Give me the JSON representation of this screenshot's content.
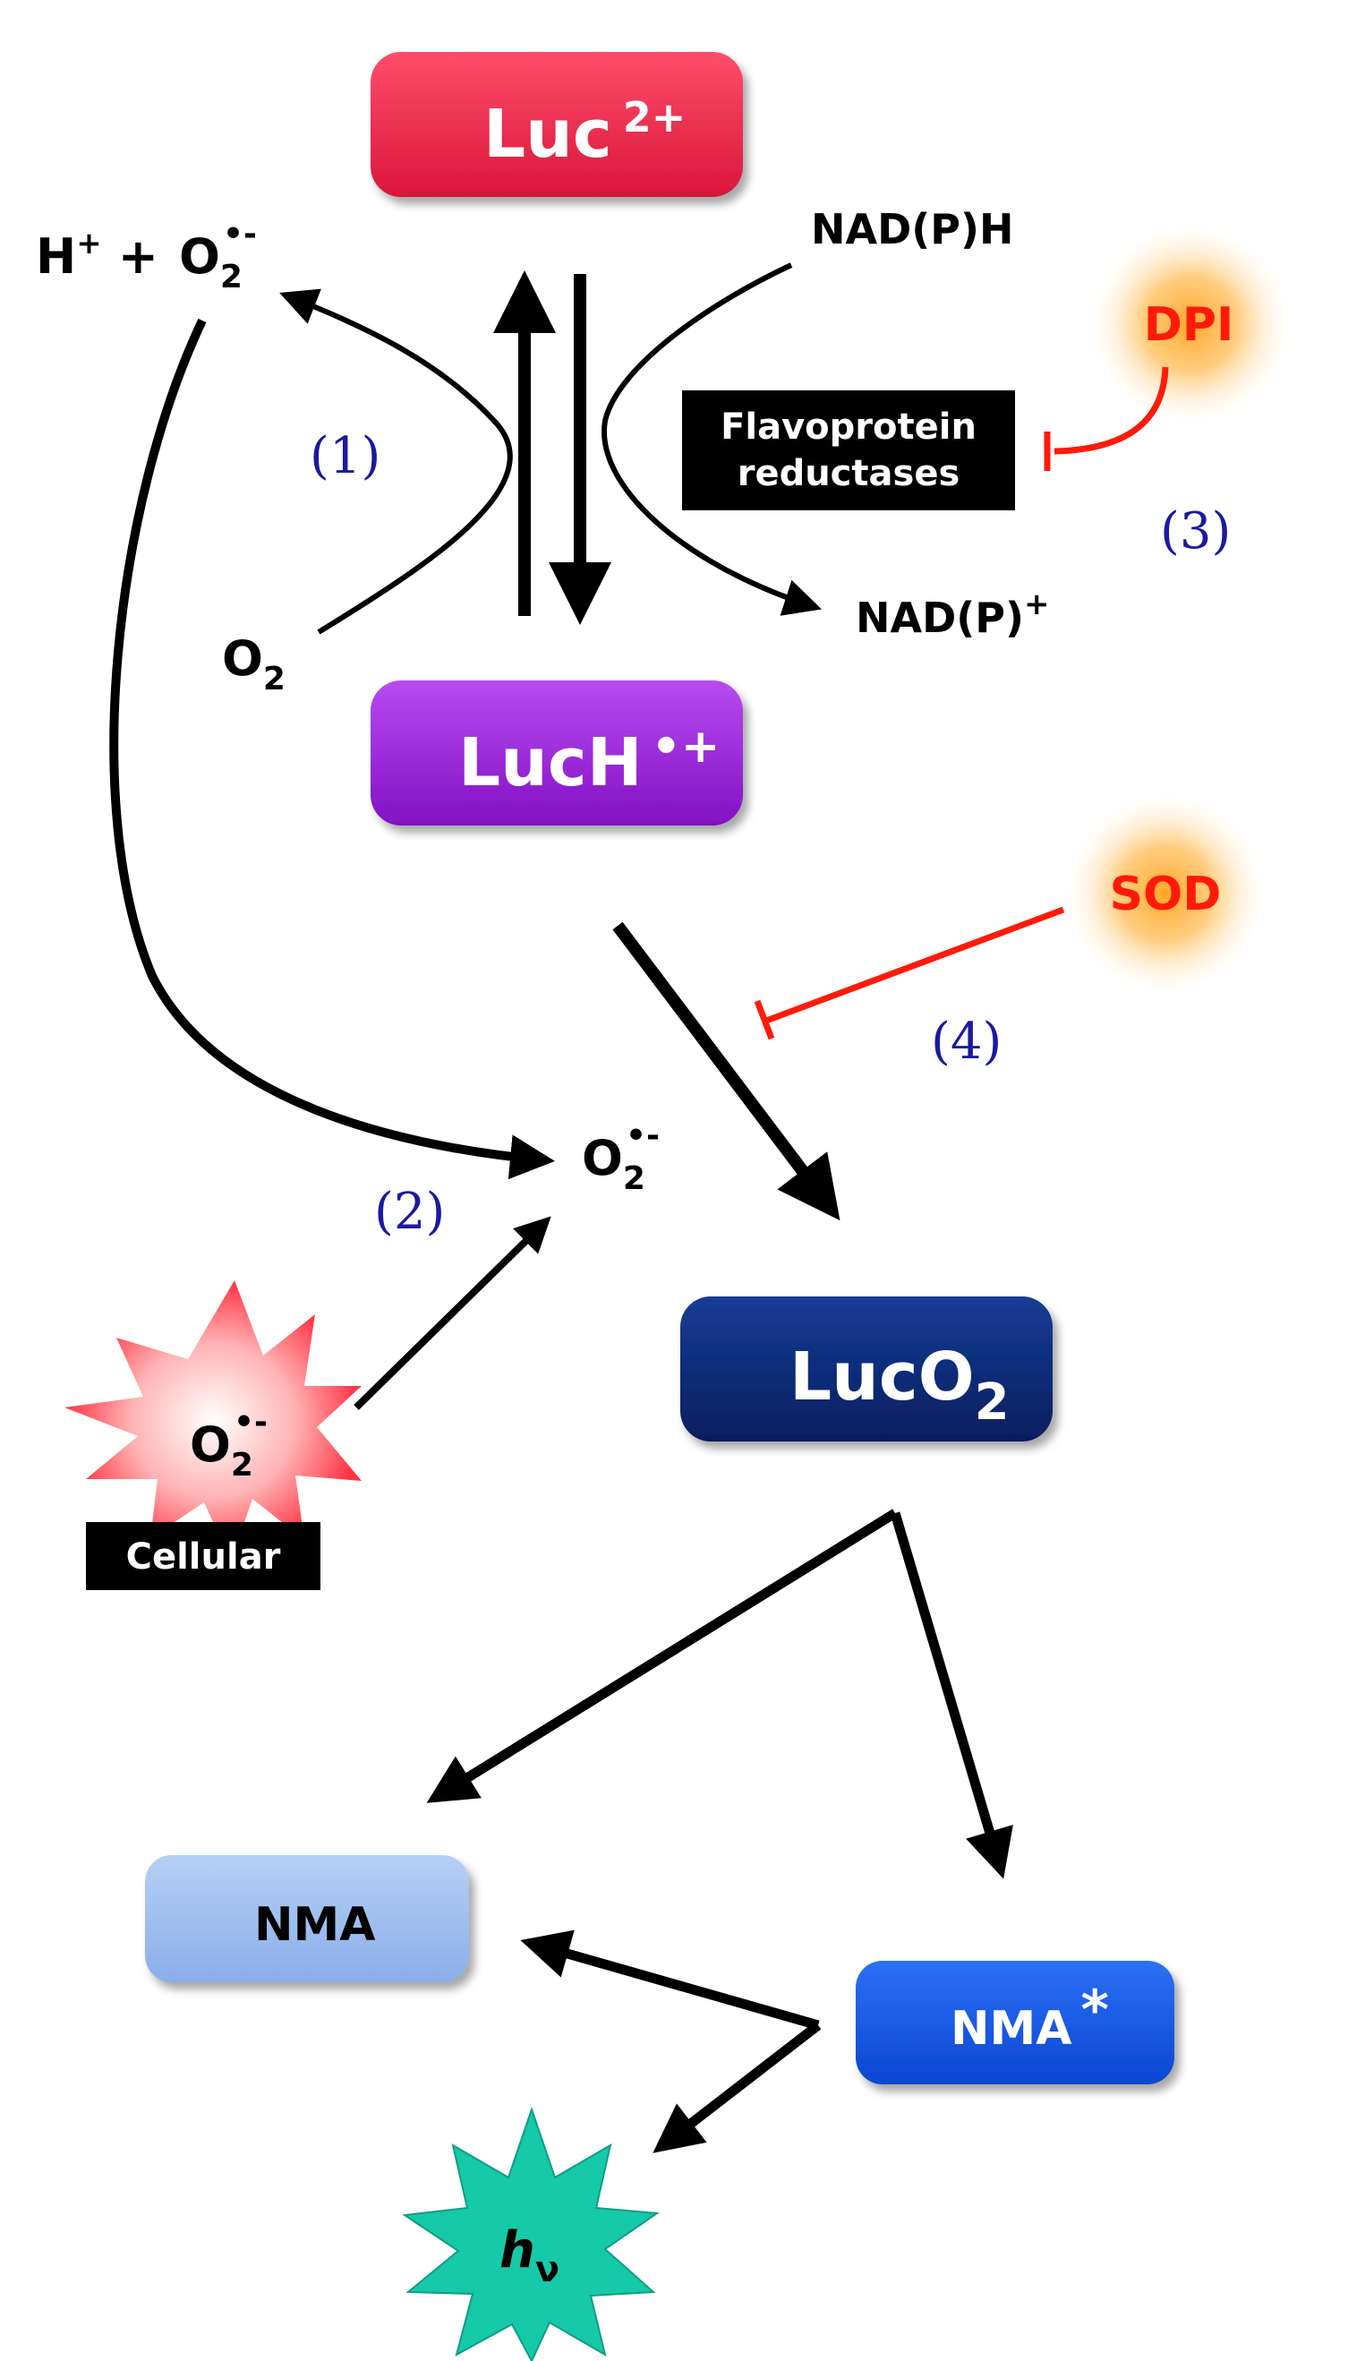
{
  "nodes": {
    "luc2": {
      "label": "Luc",
      "sup": "2+"
    },
    "luch": {
      "label": "LucH",
      "sup": "•+"
    },
    "luco2": {
      "label": "LucO",
      "sub": "2"
    },
    "nma": {
      "label": "NMA"
    },
    "nma_star": {
      "label": "NMA",
      "sup": "*"
    },
    "hv": {
      "label": "h",
      "sub": "ν"
    }
  },
  "species": {
    "h_plus": {
      "label": "H",
      "sup": "+",
      "plus": "+"
    },
    "superoxide": {
      "label": "O",
      "sub": "2",
      "sup": "•-"
    },
    "o2": {
      "label": "O",
      "sub": "2"
    },
    "nadph": {
      "label": "NAD(P)H"
    },
    "nadp_plus": {
      "label": "NAD(P)",
      "sup": "+"
    },
    "cellular": {
      "label": "Cellular"
    }
  },
  "enzymes": {
    "flavoprotein_line1": "Flavoprotein",
    "flavoprotein_line2": "reductases"
  },
  "inhibitors": {
    "dpi": "DPI",
    "sod": "SOD"
  },
  "steps": {
    "s1": "(1)",
    "s2": "(2)",
    "s3": "(3)",
    "s4": "(4)"
  },
  "colors": {
    "luc2": "#f0244a",
    "luch": "#9b17dc",
    "luco2": "#0a2a78",
    "nma": "#9bbdf0",
    "nma_star": "#1456e6",
    "hv": "#14c8a6",
    "inhibitor": "#ff1a0a",
    "step": "#1b1aa0"
  }
}
